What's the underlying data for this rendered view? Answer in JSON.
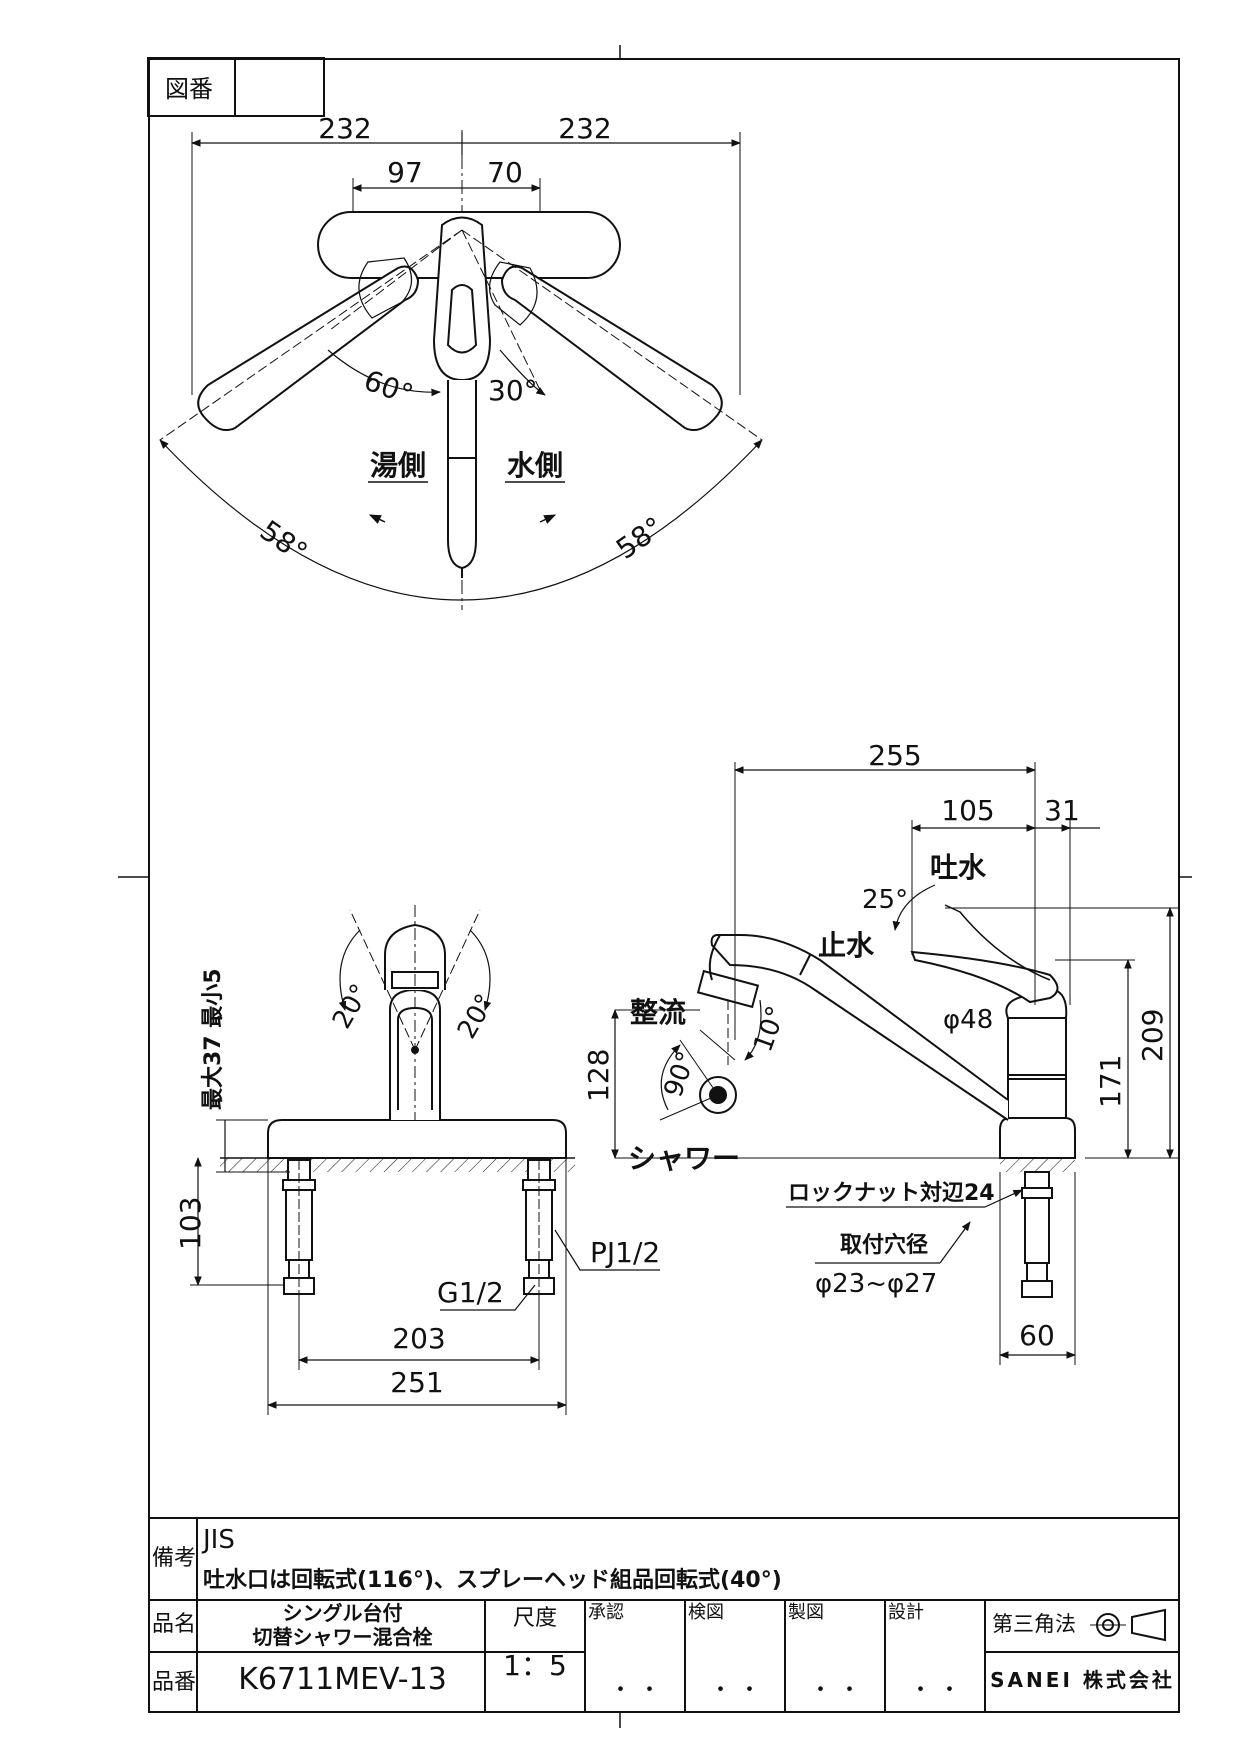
{
  "header": {
    "drawing_no_label": "図番",
    "drawing_no_value": ""
  },
  "top_view": {
    "dim_left_total": "232",
    "dim_right_total": "232",
    "dim_left_inner": "97",
    "dim_right_inner": "70",
    "angle_60": "60°",
    "angle_30": "30°",
    "angle_left": "58°",
    "angle_right": "58°",
    "hot_side": "湯側",
    "cold_side": "水側"
  },
  "front_view": {
    "angle_left": "20°",
    "angle_right": "20°",
    "thickness_label": "最大37 最小5",
    "height_103": "103",
    "pj_label": "PJ1/2",
    "g_label": "G1/2",
    "dim_203": "203",
    "dim_251": "251"
  },
  "side_view": {
    "dim_255": "255",
    "dim_105": "105",
    "dim_31": "31",
    "spout_water": "吐水",
    "angle_25": "25°",
    "stop_water": "止水",
    "rectify": "整流",
    "angle_10": "10°",
    "angle_90": "90°",
    "dim_128": "128",
    "shower": "シャワー",
    "dia_48": "φ48",
    "dim_209": "209",
    "dim_171": "171",
    "locknut": "ロックナット対辺24",
    "mount_hole": "取付穴径",
    "mount_hole_range": "φ23~φ27",
    "dim_60": "60"
  },
  "title_block": {
    "remarks_label": "備考",
    "remarks_line1": "JIS",
    "remarks_line2": "吐水口は回転式(116°)、スプレーヘッド組品回転式(40°)",
    "name_label": "品名",
    "name_line1": "シングル台付",
    "name_line2": "切替シャワー混合栓",
    "scale_label": "尺度",
    "scale_value": "1：5",
    "approve_label": "承認",
    "check_label": "検図",
    "draft_label": "製図",
    "design_label": "設計",
    "projection_label": "第三角法",
    "part_no_label": "品番",
    "part_no_value": "K6711MEV-13",
    "company": "SANEI 株式会社",
    "date_dots": "・ ・"
  }
}
